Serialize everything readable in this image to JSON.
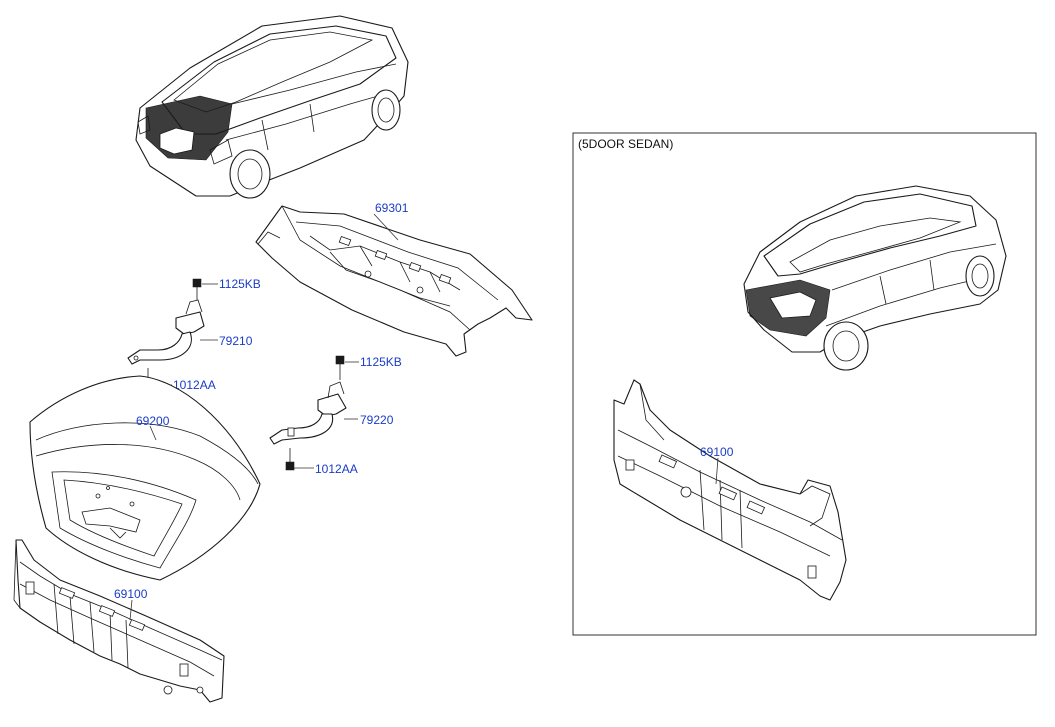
{
  "inset": {
    "title": "(5DOOR SEDAN)"
  },
  "callouts": [
    {
      "id": "trunk-panel",
      "part_number": "69301"
    },
    {
      "id": "bolt-upper-left",
      "part_number": "1125KB"
    },
    {
      "id": "hinge-left",
      "part_number": "79210"
    },
    {
      "id": "bolt-lower-left",
      "part_number": "1012AA"
    },
    {
      "id": "bolt-upper-right",
      "part_number": "1125KB"
    },
    {
      "id": "hinge-right",
      "part_number": "79220"
    },
    {
      "id": "trunk-lid",
      "part_number": "69200"
    },
    {
      "id": "bolt-lower-right",
      "part_number": "1012AA"
    },
    {
      "id": "back-panel-sedan",
      "part_number": "69100"
    },
    {
      "id": "back-panel-hatch",
      "part_number": "69100"
    }
  ],
  "colors": {
    "label": "#1a3cc8",
    "line": "#1a1a1a",
    "frame": "#333333"
  }
}
